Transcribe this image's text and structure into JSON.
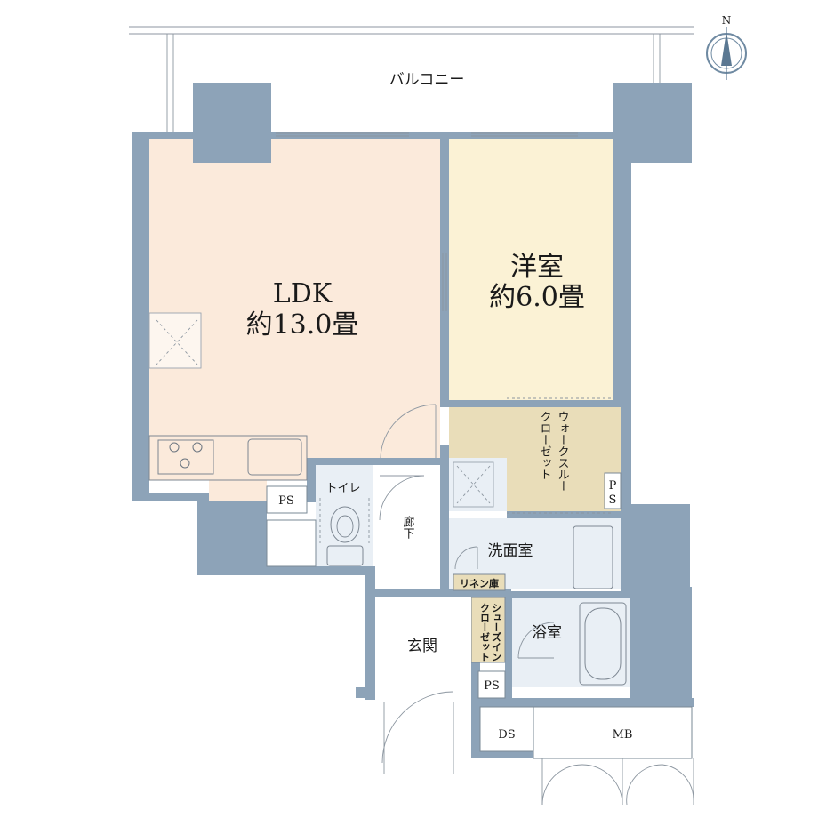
{
  "colors": {
    "wall": "#8da3b8",
    "ldk": "#fbeadb",
    "bedroom": "#fbf2d5",
    "closet": "#e9ddb9",
    "wet": "#e9eff5",
    "floor": "#ffffff"
  },
  "compass": {
    "label": "N",
    "icon": "compass-icon"
  },
  "rooms": {
    "balcony": "バルコニー",
    "ldk_name": "LDK",
    "ldk_size": "約13.0畳",
    "bedroom_name": "洋室",
    "bedroom_size": "約6.0畳",
    "walk_through_closet_line1": "ウォークスルー",
    "walk_through_closet_line2": "クローゼット",
    "toilet": "トイレ",
    "hallway": "廊下",
    "washroom": "洗面室",
    "linen": "リネン庫",
    "shoes_closet_line1": "シューズイン",
    "shoes_closet_line2": "クローゼット",
    "entrance": "玄関",
    "bathroom": "浴室",
    "ps": "PS",
    "ds": "DS",
    "mb": "MB"
  }
}
